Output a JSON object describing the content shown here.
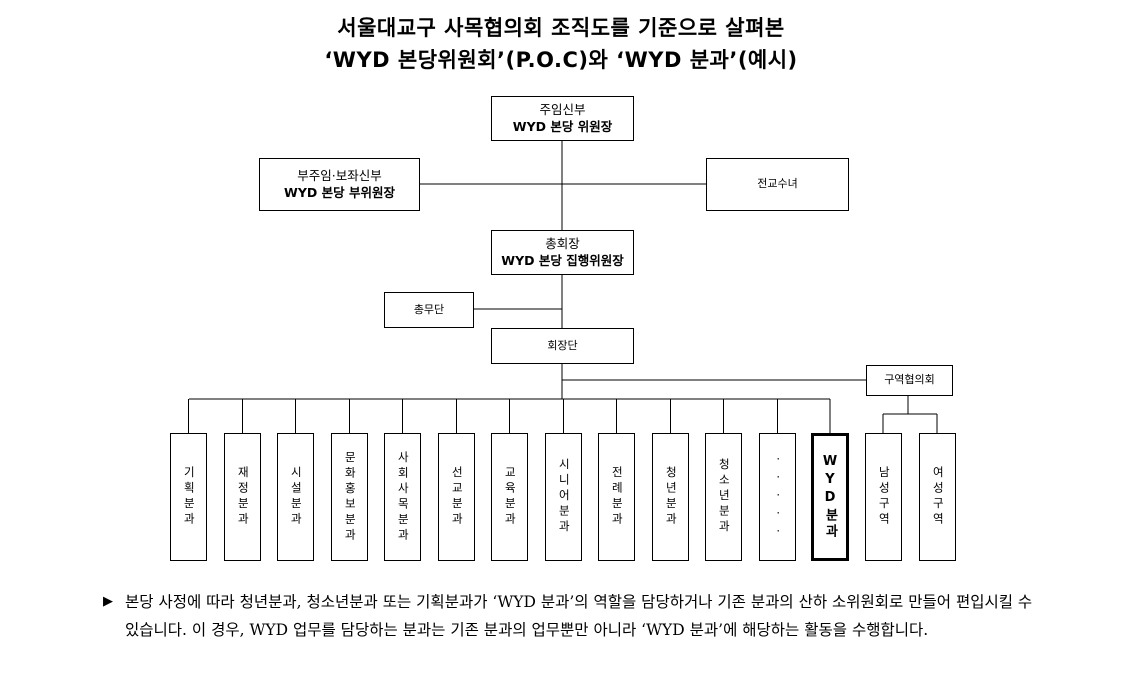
{
  "title": {
    "line1": "서울대교구 사목협의회 조직도를 기준으로 살펴본",
    "line2": "‘WYD 본당위원회’(P.O.C)와 ‘WYD 분과’(예시)"
  },
  "org": {
    "pastor": {
      "role": "주임신부",
      "title": "WYD 본당 위원장"
    },
    "assistant": {
      "role": "부주임·보좌신부",
      "title": "WYD 본당 부위원장"
    },
    "missionary": {
      "label": "전교수녀"
    },
    "president": {
      "role": "총회장",
      "title": "WYD 본당 집행위원장"
    },
    "general_affairs": {
      "label": "총무단"
    },
    "board": {
      "label": "회장단"
    },
    "district_council": {
      "label": "구역협의회"
    },
    "divisions": [
      {
        "label": "기획분과"
      },
      {
        "label": "재정분과"
      },
      {
        "label": "시설분과"
      },
      {
        "label": "문화홍보분과"
      },
      {
        "label": "사회사목분과"
      },
      {
        "label": "선교분과"
      },
      {
        "label": "교육분과"
      },
      {
        "label": "시니어분과"
      },
      {
        "label": "전례분과"
      },
      {
        "label": "청년분과"
      },
      {
        "label": "청소년분과"
      },
      {
        "label": "·····"
      },
      {
        "label": "WYD분과",
        "highlight": true
      }
    ],
    "districts": [
      {
        "label": "남성구역"
      },
      {
        "label": "여성구역"
      }
    ]
  },
  "note": {
    "bullet": "▶",
    "text": "본당 사정에 따라 청년분과, 청소년분과 또는 기획분과가 ‘WYD 분과’의 역할을 담당하거나 기존 분과의 산하 소위원회로 만들어 편입시킬 수 있습니다. 이 경우, WYD 업무를 담당하는 분과는 기존 분과의 업무뿐만 아니라 ‘WYD 분과’에 해당하는 활동을 수행합니다."
  }
}
